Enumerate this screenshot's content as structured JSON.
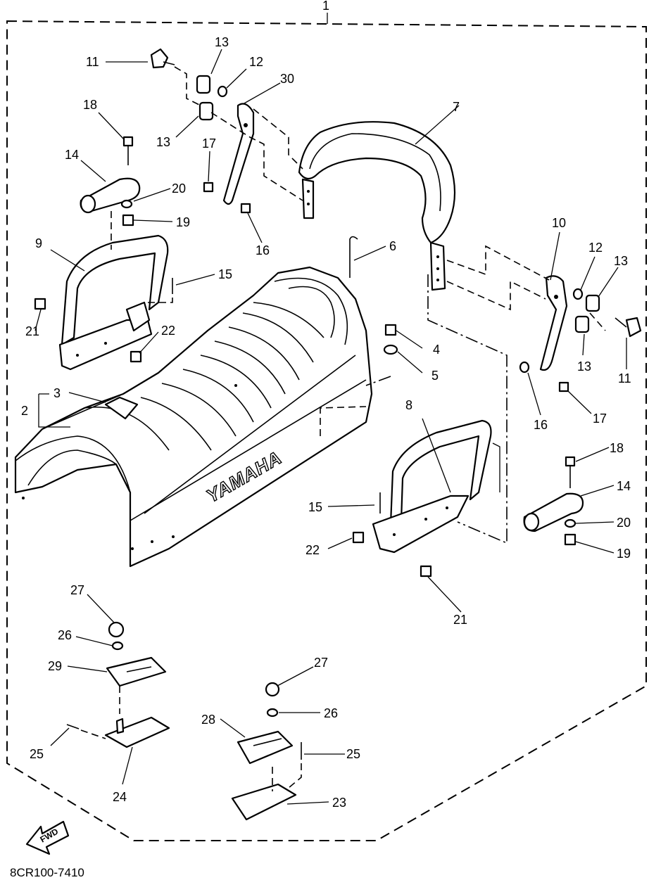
{
  "diagram_code": "8CR100-7410",
  "fwd_label": "FWD",
  "brand_label": "YAMAHA",
  "callouts": [
    "1",
    "2",
    "3",
    "4",
    "5",
    "6",
    "7",
    "8",
    "9",
    "10",
    "11",
    "11",
    "12",
    "12",
    "13",
    "13",
    "13",
    "13",
    "14",
    "14",
    "15",
    "15",
    "16",
    "16",
    "17",
    "17",
    "18",
    "18",
    "19",
    "19",
    "20",
    "20",
    "21",
    "21",
    "22",
    "22",
    "23",
    "24",
    "25",
    "25",
    "26",
    "26",
    "27",
    "27",
    "28",
    "29",
    "30"
  ]
}
